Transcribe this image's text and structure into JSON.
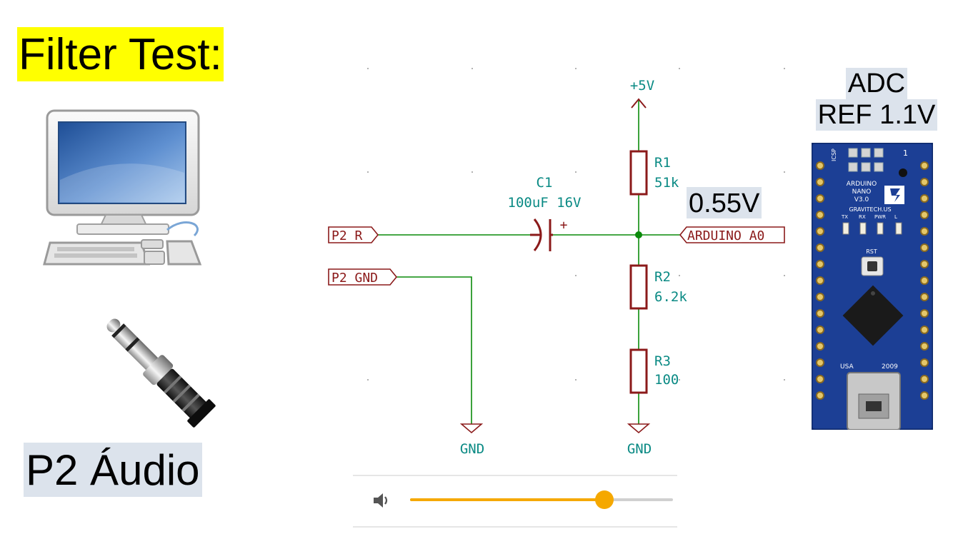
{
  "title": "Filter Test:",
  "p2_label": "P2 Áudio",
  "voltage_label": "0.55V",
  "adc": {
    "line1": "ADC",
    "line2": "REF 1.1V"
  },
  "schematic": {
    "supply": "+5V",
    "c1": {
      "ref": "C1",
      "value": "100uF 16V",
      "plus": "+"
    },
    "r1": {
      "ref": "R1",
      "value": "51k"
    },
    "r2": {
      "ref": "R2",
      "value": "6.2k"
    },
    "r3": {
      "ref": "R3",
      "value": "100"
    },
    "labels": {
      "p2_r": "P2_R",
      "p2_gnd": "P2_GND",
      "arduino_a0": "ARDUINO_A0"
    },
    "gnd1": "GND",
    "gnd2": "GND"
  },
  "nano_board": {
    "brand": "ARDUINO",
    "model": "NANO",
    "version": "V3.0",
    "maker": "GRAVITECH.US",
    "leds": [
      "TX",
      "RX",
      "PWR",
      "L"
    ],
    "rst": "RST",
    "country": "USA",
    "year": "2009",
    "pin1": "1",
    "icsp": "ICSP"
  },
  "audio_player": {
    "volume": 0.74
  },
  "colors": {
    "wire": "#0a8a0a",
    "component": "#8b1a1a",
    "text": "#0a8a84",
    "title_bg": "#ffff00",
    "caption_bg": "#dce3ec",
    "slider": "#f5a800",
    "board": "#1c3f95"
  },
  "icons": [
    "computer-icon",
    "audio-jack-icon",
    "arduino-nano-board",
    "speaker-icon"
  ]
}
